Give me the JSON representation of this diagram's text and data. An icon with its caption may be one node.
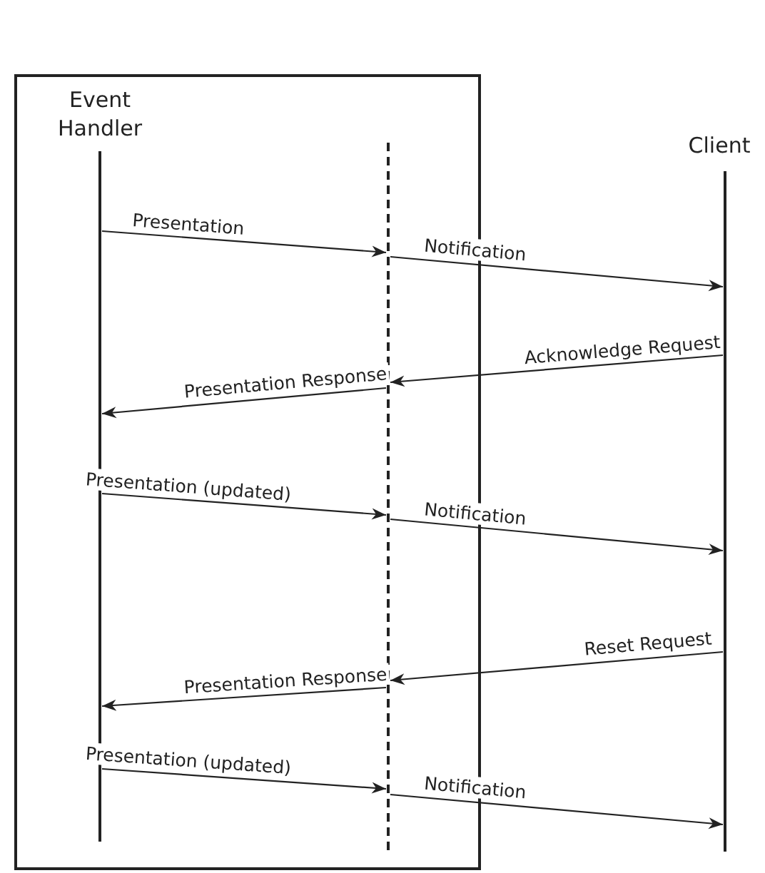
{
  "diagram": {
    "nodes": [
      {
        "text": [],
        "shape": "box"
      },
      {
        "text": [
          "Event Handler"
        ],
        "in": 0
      },
      {
        "text": [],
        "shape": "line",
        "in": 0
      },
      {
        "text": [
          "Client"
        ]
      }
    ],
    "edges": [
      {
        "from": 1,
        "to": 2,
        "arrow": "to",
        "label": "Presentation"
      },
      {
        "from": 2,
        "to": 3,
        "arrow": "to",
        "label": "Notification"
      },
      {
        "from": 3,
        "to": 2,
        "arrow": "to",
        "label": "Acknowledge Request"
      },
      {
        "from": 2,
        "to": 1,
        "arrow": "to",
        "label": "Presentation Response"
      },
      {
        "from": 1,
        "to": 2,
        "arrow": "to",
        "label": "Presentation (updated)"
      },
      {
        "from": 2,
        "to": 3,
        "arrow": "to",
        "label": "Notification"
      },
      {
        "from": 3,
        "to": 2,
        "arrow": "to",
        "label": "Reset Request"
      },
      {
        "from": 2,
        "to": 1,
        "arrow": "to",
        "label": "Presentation Response"
      },
      {
        "from": 1,
        "to": 2,
        "arrow": "to",
        "label": "Presentation (updated)"
      },
      {
        "from": 2,
        "to": 3,
        "arrow": "to",
        "label": "Notification"
      }
    ]
  }
}
